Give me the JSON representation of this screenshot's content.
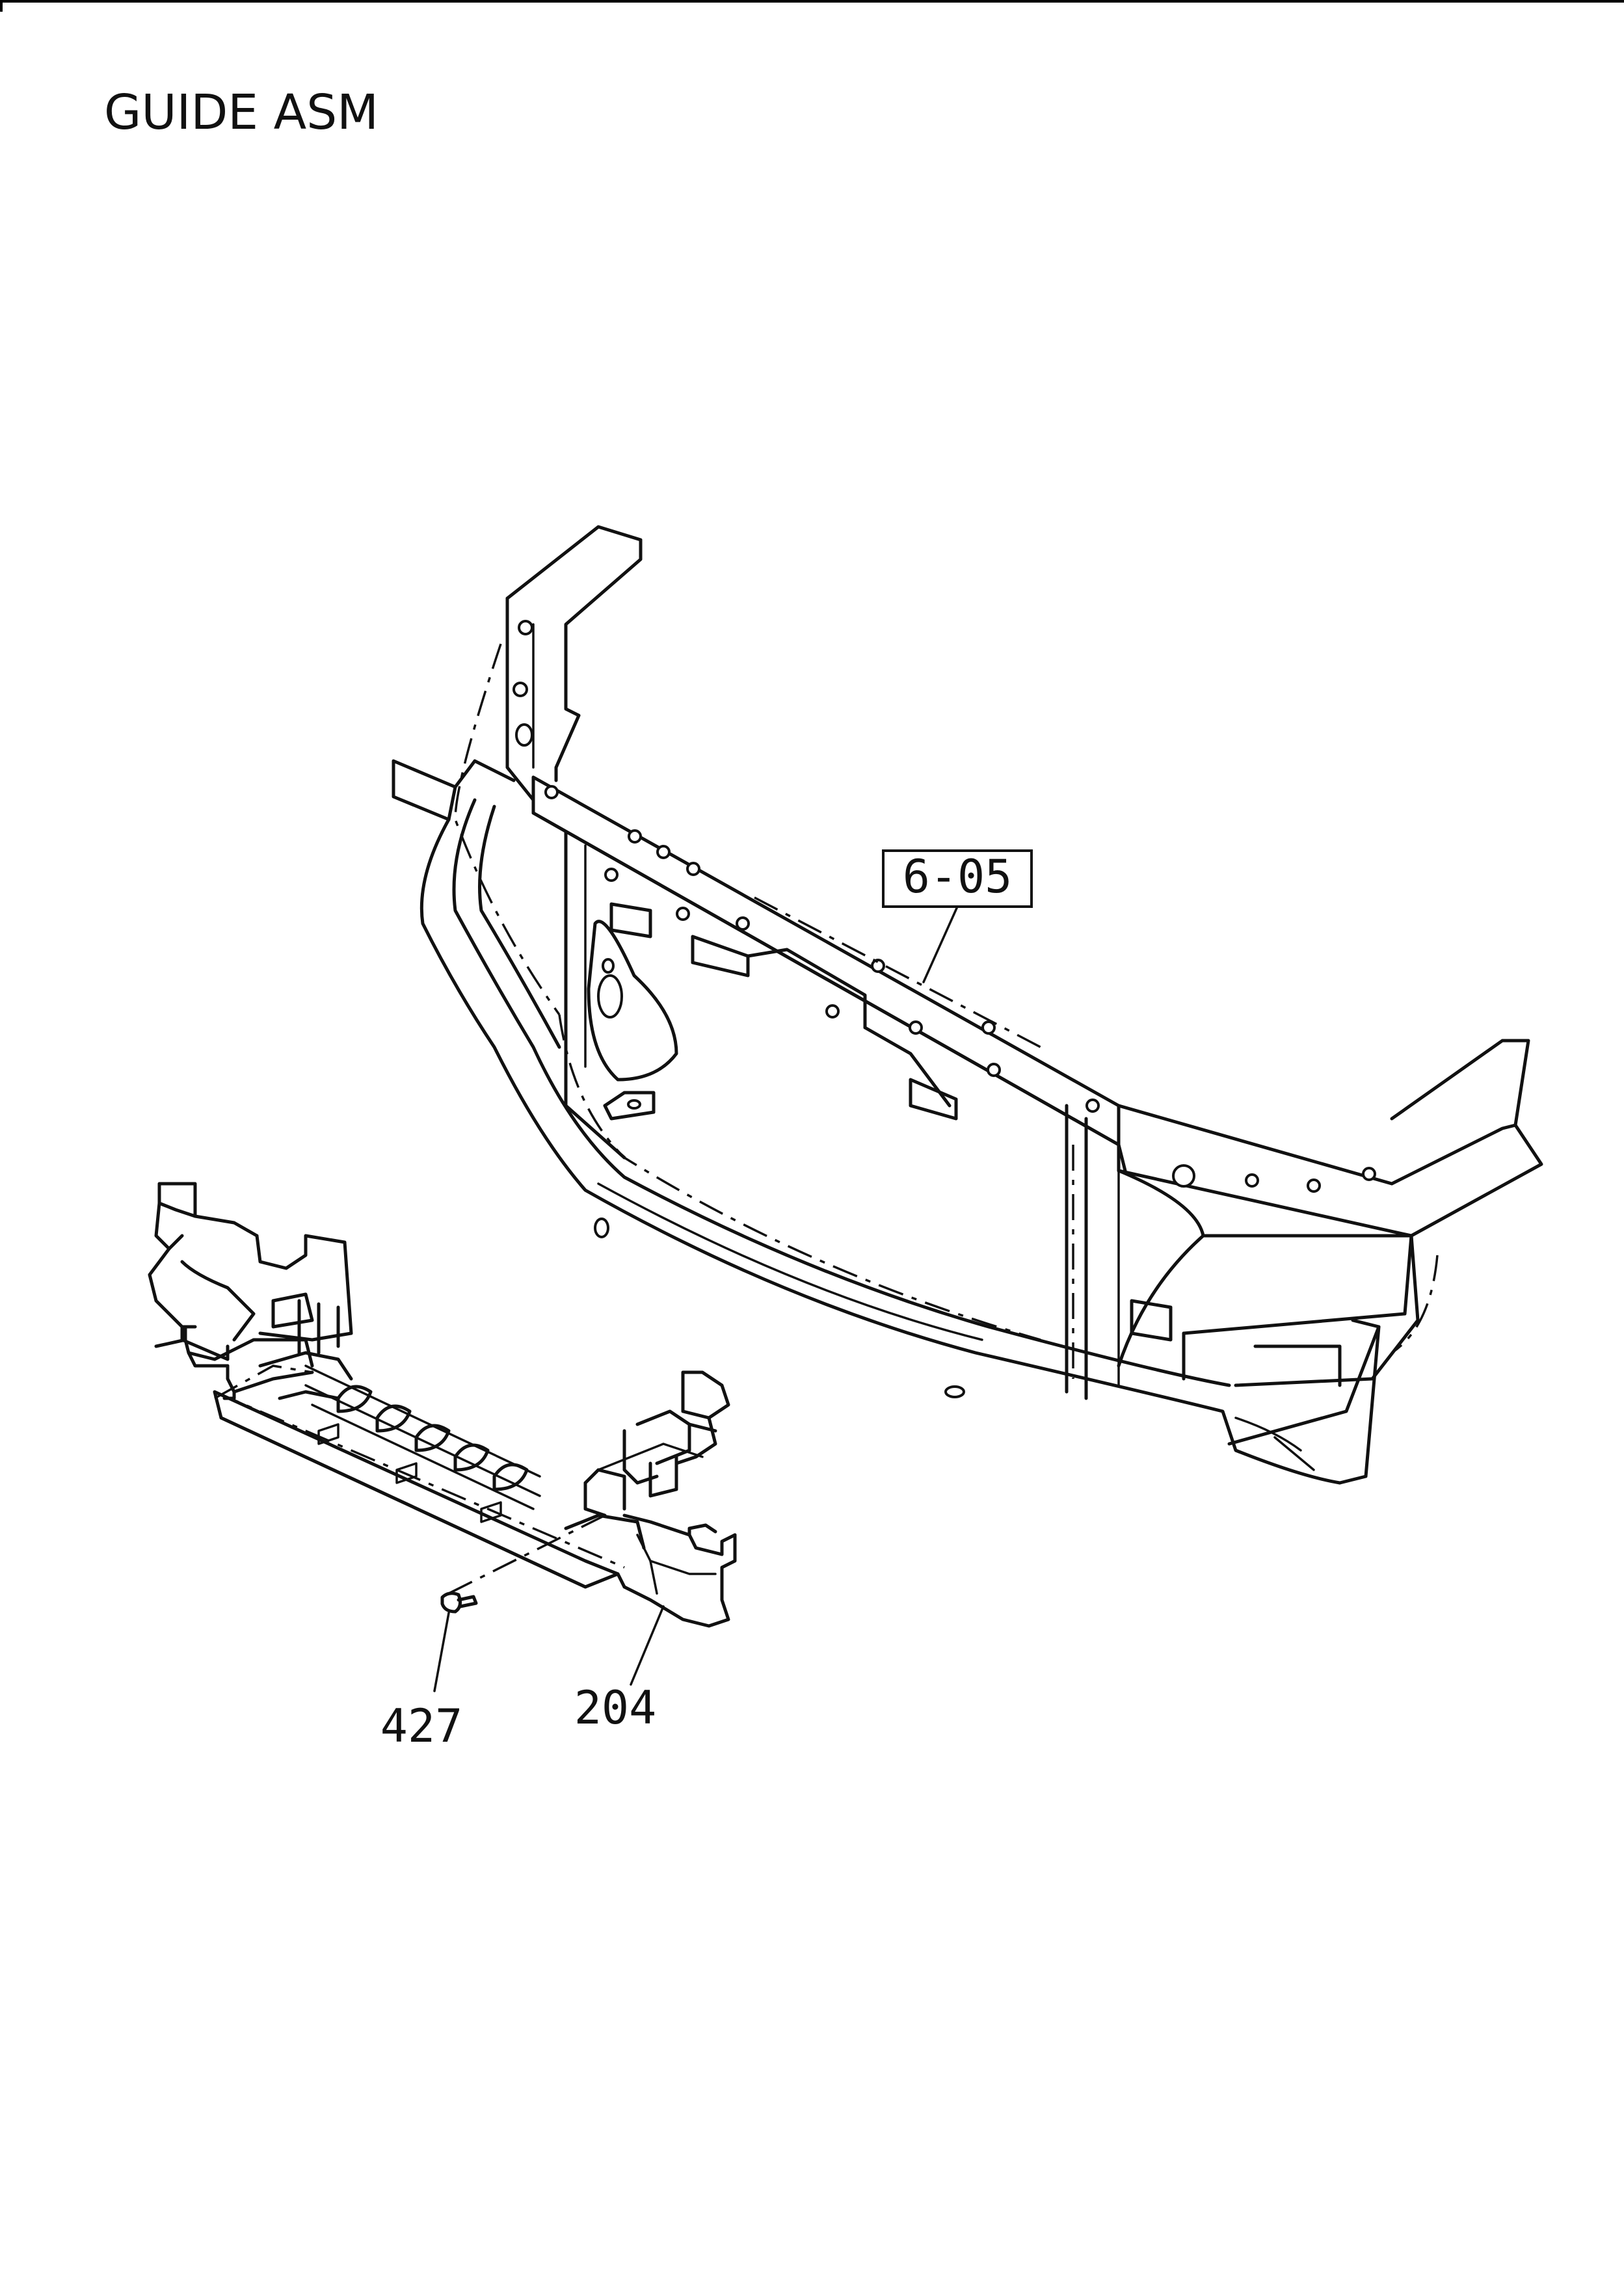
{
  "page": {
    "title": "GUIDE ASM"
  },
  "callouts": {
    "ref_box": "6-05",
    "part_screw": "427",
    "part_guide": "204"
  }
}
